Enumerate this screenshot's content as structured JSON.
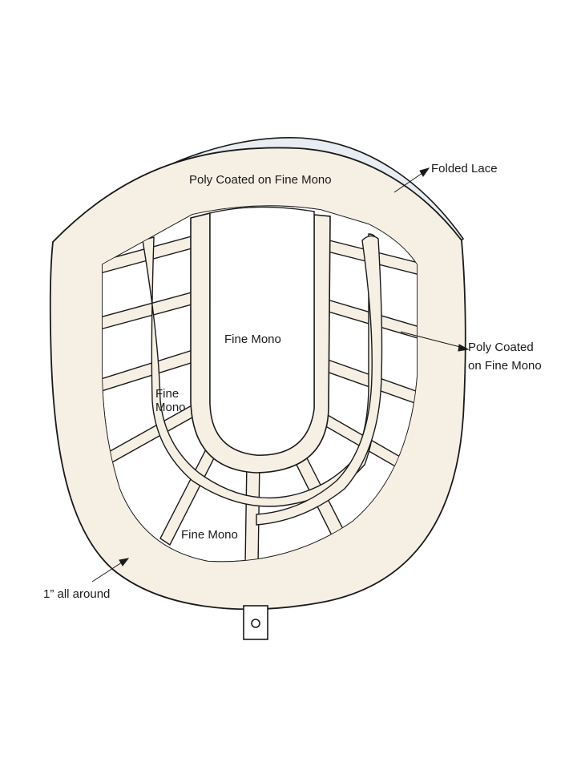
{
  "labels": {
    "top_band": "Poly Coated on Fine Mono",
    "folded_lace": "Folded Lace",
    "right_band_line1": "Poly Coated",
    "right_band_line2": "on Fine Mono",
    "center": "Fine Mono",
    "left_line1": "Fine",
    "left_line2": "Mono",
    "bottom": "Fine Mono",
    "sidewall": "1” all around"
  },
  "colors": {
    "sidewall_fill": "#f6efe4",
    "outline": "#1a1a1a",
    "lace_fill": "#e8edf3",
    "interior": "#ffffff"
  }
}
